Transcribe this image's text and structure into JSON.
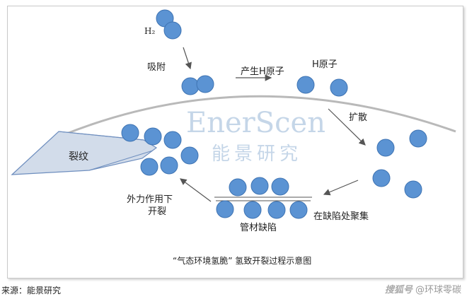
{
  "diagram": {
    "labels": {
      "h2": "H₂",
      "adsorption": "吸附",
      "produce_h_atom": "产生H原子",
      "h_atom": "H原子",
      "diffusion": "扩散",
      "crack": "裂纹",
      "external_force": "外力作用下",
      "cracking": "开裂",
      "pipe_defect": "管材缺陷",
      "aggregate_at_defect": "在缺陷处聚集"
    },
    "caption": "“气态环境氢脆” 氢致开裂过程示意图",
    "watermark": {
      "latin": "EnerScen",
      "chinese": "能景研究"
    },
    "colors": {
      "atom_fill": "#5b93d3",
      "atom_stroke": "#3f74b3",
      "crack_fill": "#d2dcea",
      "crack_stroke": "#6f8fbf",
      "surface_line": "#b9b9b9",
      "watermark_text": "#c5d6e8",
      "watermark_accent": "#a7c878"
    }
  },
  "footer": {
    "source": "来源：能景研究",
    "platform": "搜狐号",
    "author": "@环球零碳"
  }
}
